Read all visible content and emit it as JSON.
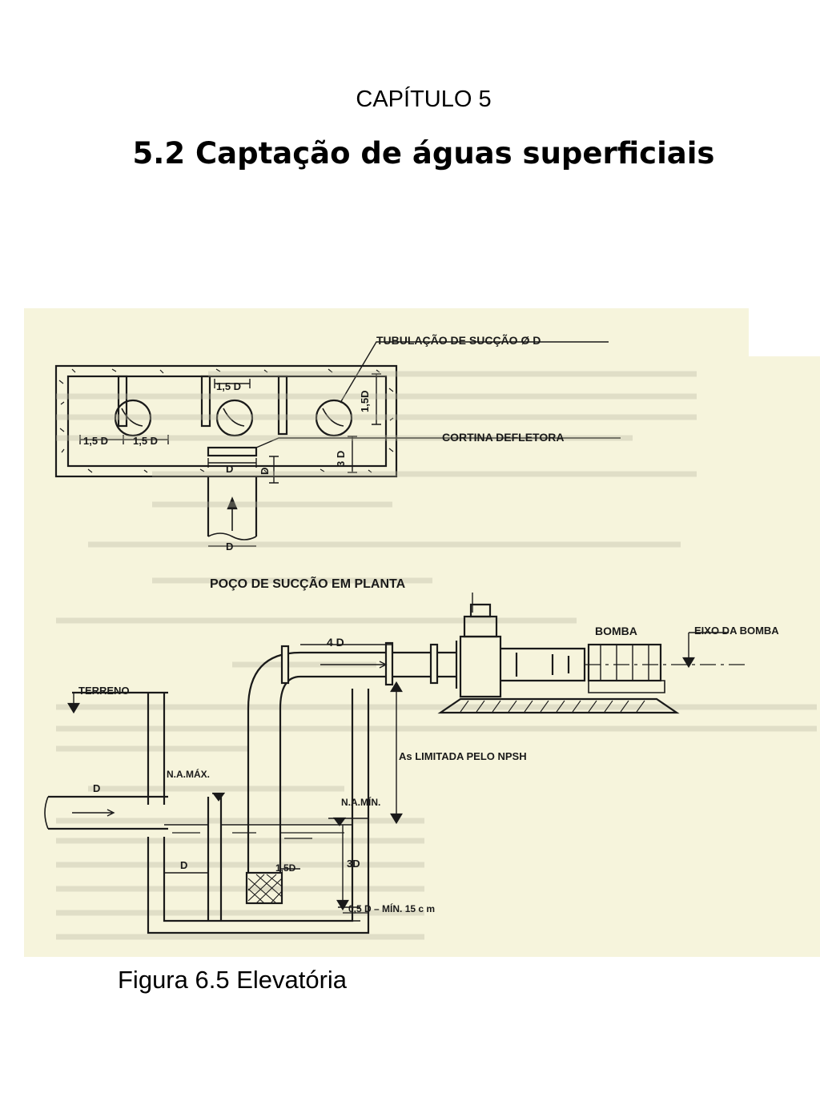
{
  "header": {
    "chapter": "CAPÍTULO 5",
    "title": "5.2 Captação de águas superficiais"
  },
  "figure": {
    "labels": {
      "suction_pipe": "TUBULAÇÃO DE SUCÇÃO Ø D",
      "deflector": "CORTINA DEFLETORA",
      "plan_title": "POÇO DE SUCÇÃO EM PLANTA",
      "dim_15d_a": "1,5 D",
      "dim_15d_b": "1,5 D",
      "dim_15d_c": "1,5 D",
      "dim_15d_v": "1,5D",
      "dim_3d_v": "3 D",
      "dim_d_h": "D",
      "dim_d_v": "D",
      "dim_d_pipe": "D",
      "dim_4d": "4 D",
      "pump": "BOMBA",
      "pump_axis": "EIXO DA BOMBA",
      "ground": "TERRENO",
      "as_npsh": "As LIMITADA PELO NPSH",
      "na_max": "N.A.MÁX.",
      "na_min": "N.A.MÍN.",
      "dim_d_inlet": "D",
      "dim_d_well": "D",
      "dim_15d_well": "1,5D",
      "dim_3d_well": "3D",
      "dim_min": "0,5 D  –  MÍN. 15 c m"
    }
  },
  "caption": "Figura 6.5 Elevatória",
  "colors": {
    "paper": "#f6f4dc",
    "ink": "#1a1a1a"
  }
}
